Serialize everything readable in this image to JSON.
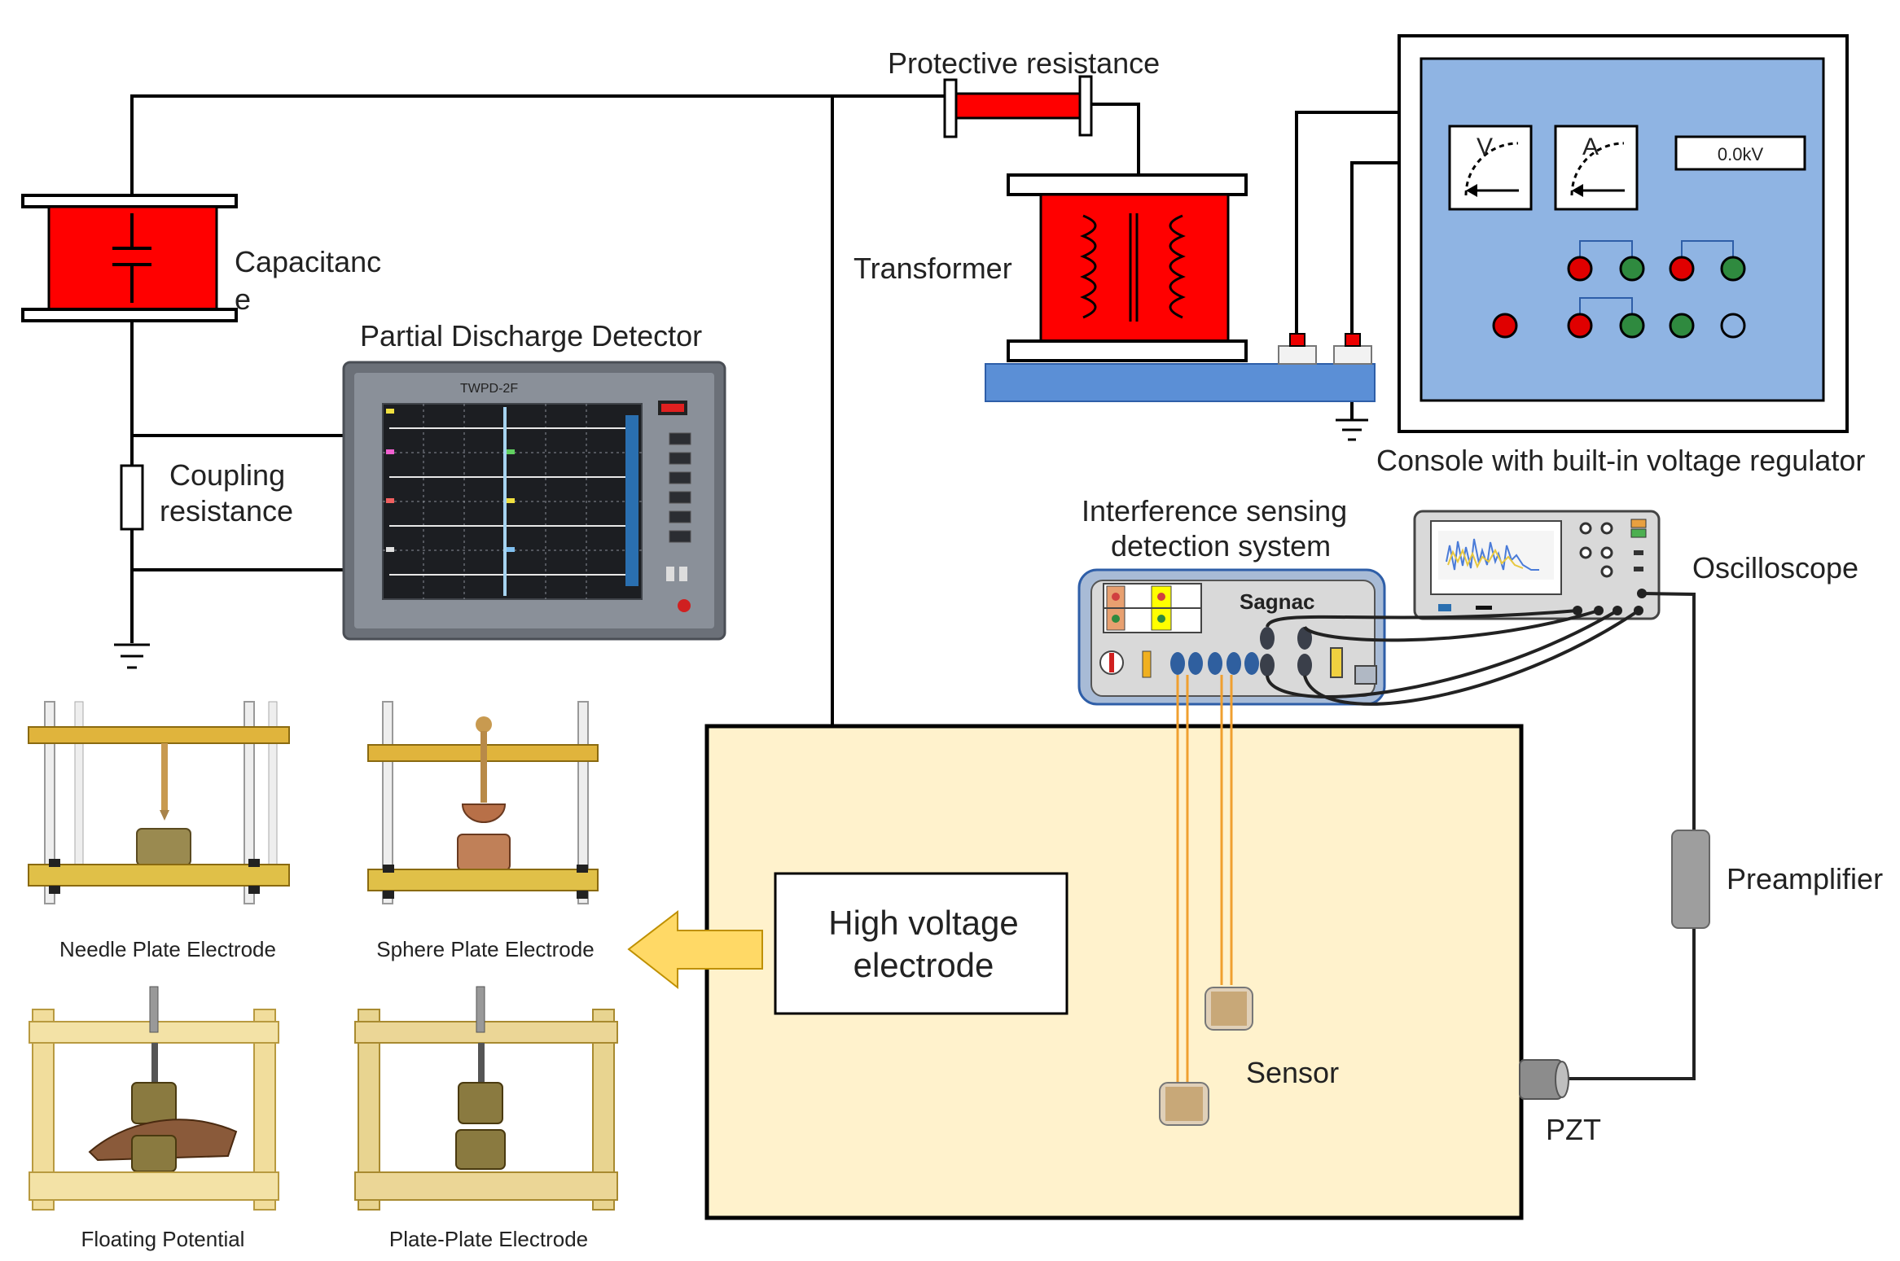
{
  "labels": {
    "protective_resistance": "Protective resistance",
    "capacitance_line1": "Capacitanc",
    "capacitance_line2": "e",
    "transformer": "Transformer",
    "partial_discharge_detector": "Partial Discharge Detector",
    "coupling_resistance_line1": "Coupling",
    "coupling_resistance_line2": "resistance",
    "console": "Console with built-in voltage regulator",
    "interference_line1": "Interference sensing",
    "interference_line2": "detection system",
    "oscilloscope": "Oscilloscope",
    "preamplifier": "Preamplifier",
    "high_voltage_line1": "High voltage",
    "high_voltage_line2": "electrode",
    "sensor": "Sensor",
    "pzt": "PZT"
  },
  "console_panel": {
    "voltage_readout": "0.0kV",
    "voltmeter_symbol": "V",
    "ammeter_symbol": "A"
  },
  "detector_device": {
    "model": "TWPD-2F"
  },
  "sagnac_brand": "Sagnac",
  "electrodes": [
    {
      "caption": "Needle Plate Electrode"
    },
    {
      "caption": "Sphere Plate Electrode"
    },
    {
      "caption": "Floating Potential"
    },
    {
      "caption": "Plate-Plate Electrode"
    }
  ],
  "colors": {
    "component_red": "#ff0000",
    "console_blue": "#8fb4e3",
    "tank_fill": "#fff2cc",
    "base_blue": "#5b8fd6",
    "fiber_orange": "#f0a030",
    "arrow_yellow": "#ffd966"
  }
}
